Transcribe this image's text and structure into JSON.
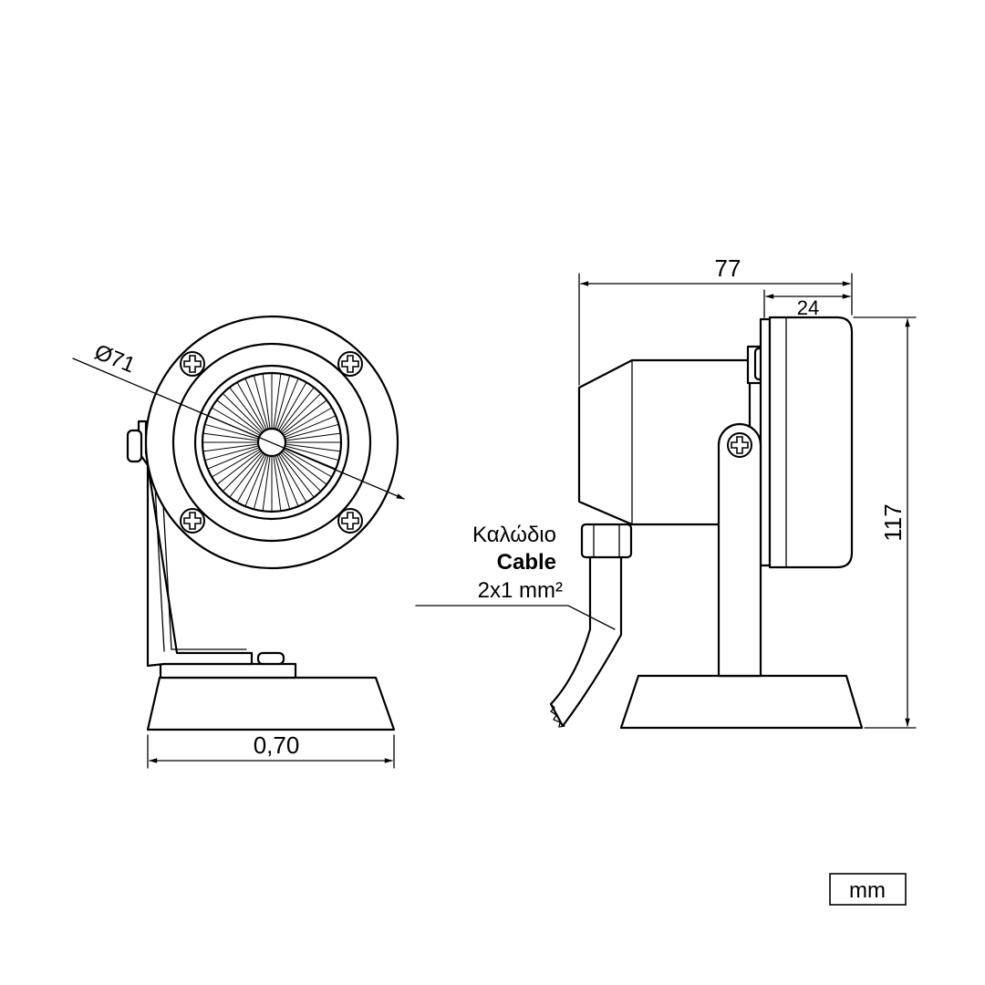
{
  "dimensions": {
    "diameter_label": "Ø71",
    "base_width_label": "0,70",
    "total_length_label": "77",
    "lens_depth_label": "24",
    "height_label": "117"
  },
  "cable": {
    "label_greek": "Καλώδιο",
    "label_english": "Cable",
    "spec": "2x1 mm²"
  },
  "unit_box": {
    "label": "mm"
  }
}
